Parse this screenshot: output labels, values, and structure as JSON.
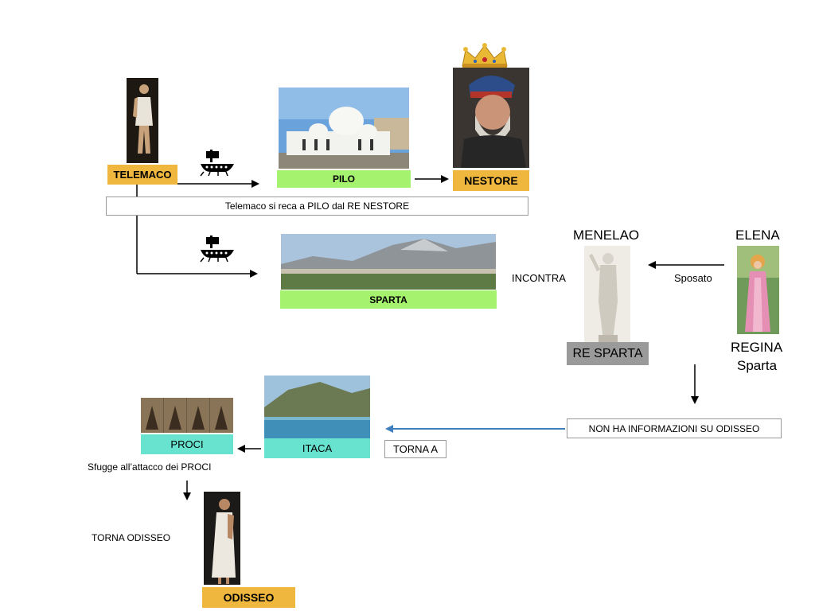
{
  "labels": {
    "telemaco": "TELEMACO",
    "pilo": "PILO",
    "nestore": "NESTORE",
    "sparta": "SPARTA",
    "menelao": "MENELAO",
    "re_sparta": "RE SPARTA",
    "elena": "ELENA",
    "regina": "REGINA",
    "regina_sub": "Sparta",
    "itaca": "ITACA",
    "proci": "PROCI",
    "odisseo": "ODISSEO"
  },
  "notes": {
    "telemaco_pilo": "Telemaco si reca a PILO dal RE NESTORE",
    "incontra": "INCONTRA",
    "sposato": "Sposato",
    "no_info": "NON HA INFORMAZIONI SU ODISSEO",
    "torna_a": "TORNA A",
    "sfugge": "Sfugge all’attacco dei PROCI",
    "torna_odisseo": "TORNA ODISSEO"
  },
  "colors": {
    "gold": "#efb73e",
    "green": "#a4f26e",
    "teal": "#68e3cf",
    "gray": "#9a9a9a",
    "blue_arrow": "#3f7fbf"
  },
  "icons": [
    "ship-icon",
    "crown-icon"
  ]
}
